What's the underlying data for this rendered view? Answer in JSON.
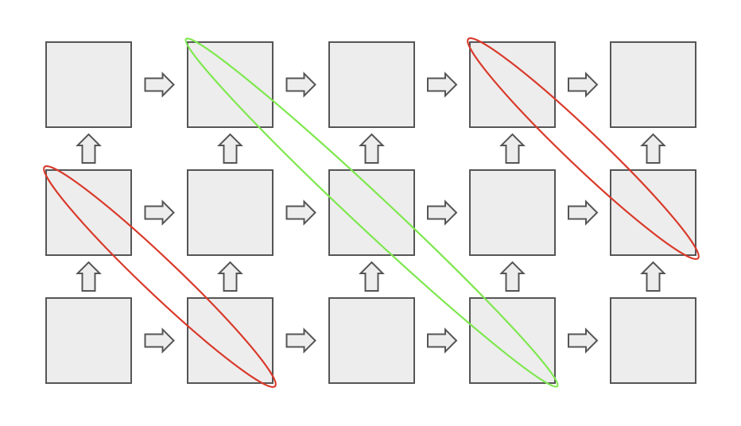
{
  "grid": {
    "rows": 3,
    "cols": 5,
    "right_arrows": true,
    "up_arrows": true
  },
  "highlights": [
    {
      "id": "red-bottom-left",
      "color": "#d93a2b",
      "from": [
        1,
        0
      ],
      "to": [
        2,
        1
      ]
    },
    {
      "id": "green-diagonal",
      "color": "#7ee84f",
      "from": [
        0,
        1
      ],
      "to": [
        2,
        3
      ]
    },
    {
      "id": "red-top-right",
      "color": "#d93a2b",
      "from": [
        0,
        3
      ],
      "to": [
        1,
        4
      ]
    }
  ],
  "colors": {
    "cell_fill": "#ededed",
    "cell_stroke": "#555555",
    "arrow_fill": "#ededed",
    "arrow_stroke": "#555555",
    "red": "#d93a2b",
    "green": "#7ee84f"
  }
}
